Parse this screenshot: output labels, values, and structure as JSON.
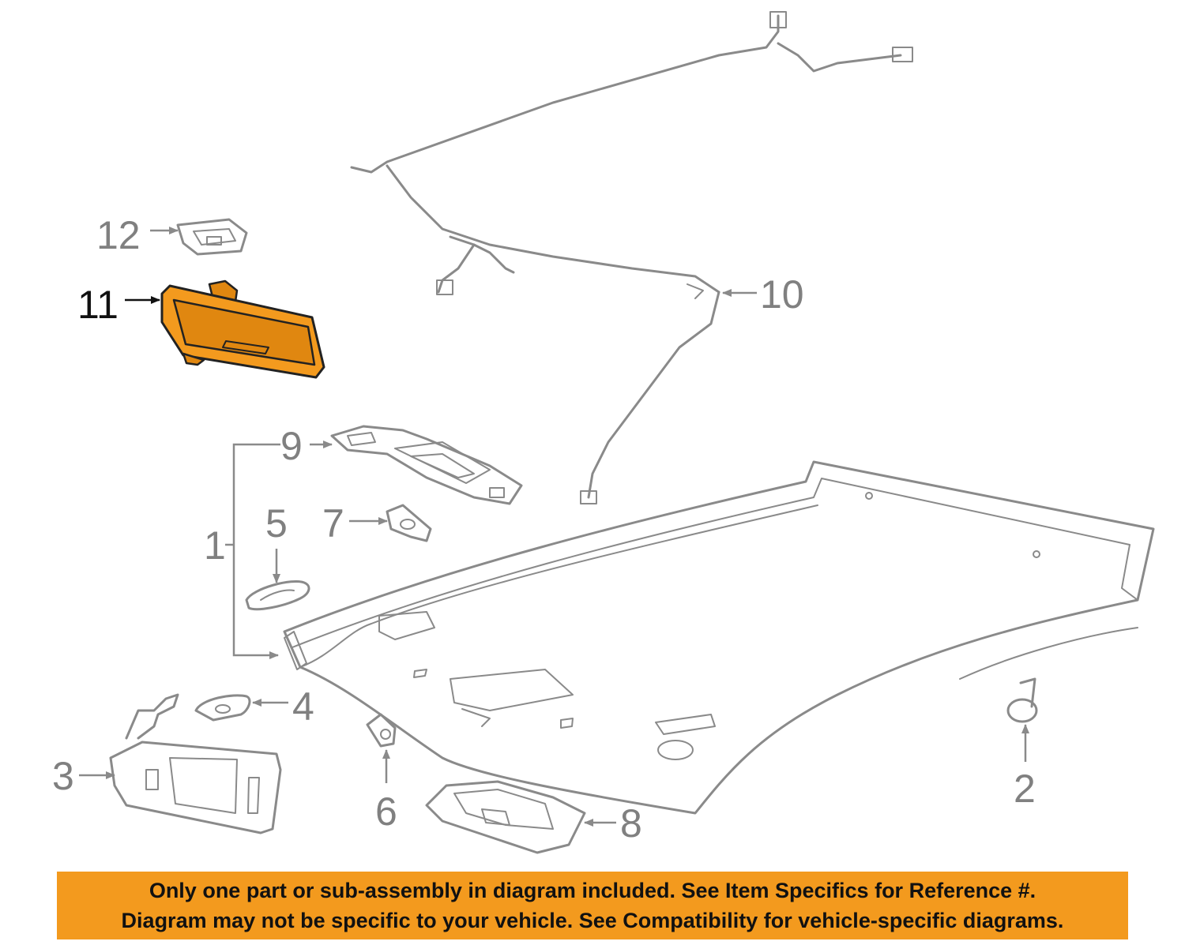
{
  "callouts": [
    {
      "id": "1",
      "label": "1",
      "part": "headliner-assembly"
    },
    {
      "id": "2",
      "label": "2",
      "part": "push-retainer"
    },
    {
      "id": "3",
      "label": "3",
      "part": "sun-visor"
    },
    {
      "id": "4",
      "label": "4",
      "part": "visor-bracket"
    },
    {
      "id": "5",
      "label": "5",
      "part": "trim-cover"
    },
    {
      "id": "6",
      "label": "6",
      "part": "clip"
    },
    {
      "id": "7",
      "label": "7",
      "part": "bracket"
    },
    {
      "id": "8",
      "label": "8",
      "part": "dome-lamp"
    },
    {
      "id": "9",
      "label": "9",
      "part": "overhead-console"
    },
    {
      "id": "10",
      "label": "10",
      "part": "wiring-harness"
    },
    {
      "id": "11",
      "label": "11",
      "part": "inside-mirror",
      "highlighted": true
    },
    {
      "id": "12",
      "label": "12",
      "part": "mirror-cover"
    }
  ],
  "colors": {
    "highlight": "#f39a1e",
    "line": "#8a8a8a",
    "banner": "#f39a1e",
    "banner_text": "#111111"
  },
  "disclaimer": {
    "line1": "Only one part or sub-assembly in diagram included. See Item Specifics for Reference #.",
    "line2": "Diagram may not be specific to your vehicle. See Compatibility for vehicle-specific diagrams."
  }
}
